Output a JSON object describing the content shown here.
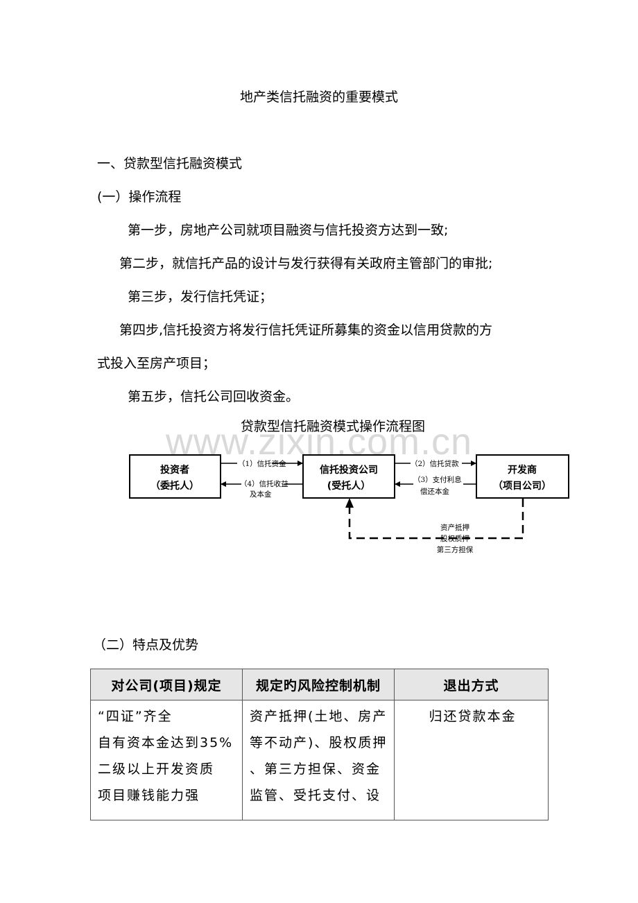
{
  "doc": {
    "title": "地产类信托融资的重要模式",
    "section1": "一、贷款型信托融资模式",
    "subsection1": "(一）操作流程",
    "steps": [
      "第一步，房地产公司就项目融资与信托投资方达到一致;",
      "第二步，就信托产品的设计与发行获得有关政府主管部门的审批;",
      "第三步，发行信托凭证；",
      "第四步,信托投资方将发行信托凭证所募集的资金以信用贷款的方",
      "式投入至房产项目；",
      "第五步，信托公司回收资金。"
    ],
    "watermark": "www.zixin.com.cn"
  },
  "flowchart": {
    "title": "贷款型信托融资模式操作流程图",
    "investor": {
      "line1": "投资者",
      "line2": "（委托人）"
    },
    "trust": {
      "line1": "信托投资公司",
      "line2": "(受托人）"
    },
    "developer": {
      "line1": "开发商",
      "line2": "（项目公司）"
    },
    "arrow1": "（1）信托资金",
    "arrow4_line1": "（4）信托收益",
    "arrow4_line2": "及本金",
    "arrow2": "（2）信托贷款",
    "arrow3_line1": "（3）支付利息",
    "arrow3_line2": "偿还本金",
    "collateral": [
      "资产抵押",
      "股权质押",
      "第三方担保"
    ]
  },
  "features": {
    "heading": "（二）特点及优势",
    "columns": [
      "对公司(项目)规定",
      "规定旳风险控制机制",
      "退出方式"
    ],
    "col1_lines": [
      "“四证”齐全",
      "自有资本金达到35%",
      "二级以上开发资质",
      "项目赚钱能力强"
    ],
    "col2_lines": [
      "资产抵押(土地、房产",
      "等不动产)、股权质押",
      "、第三方担保、资金",
      "监管、受托支付、设"
    ],
    "col3_lines": [
      "归还贷款本金"
    ]
  }
}
